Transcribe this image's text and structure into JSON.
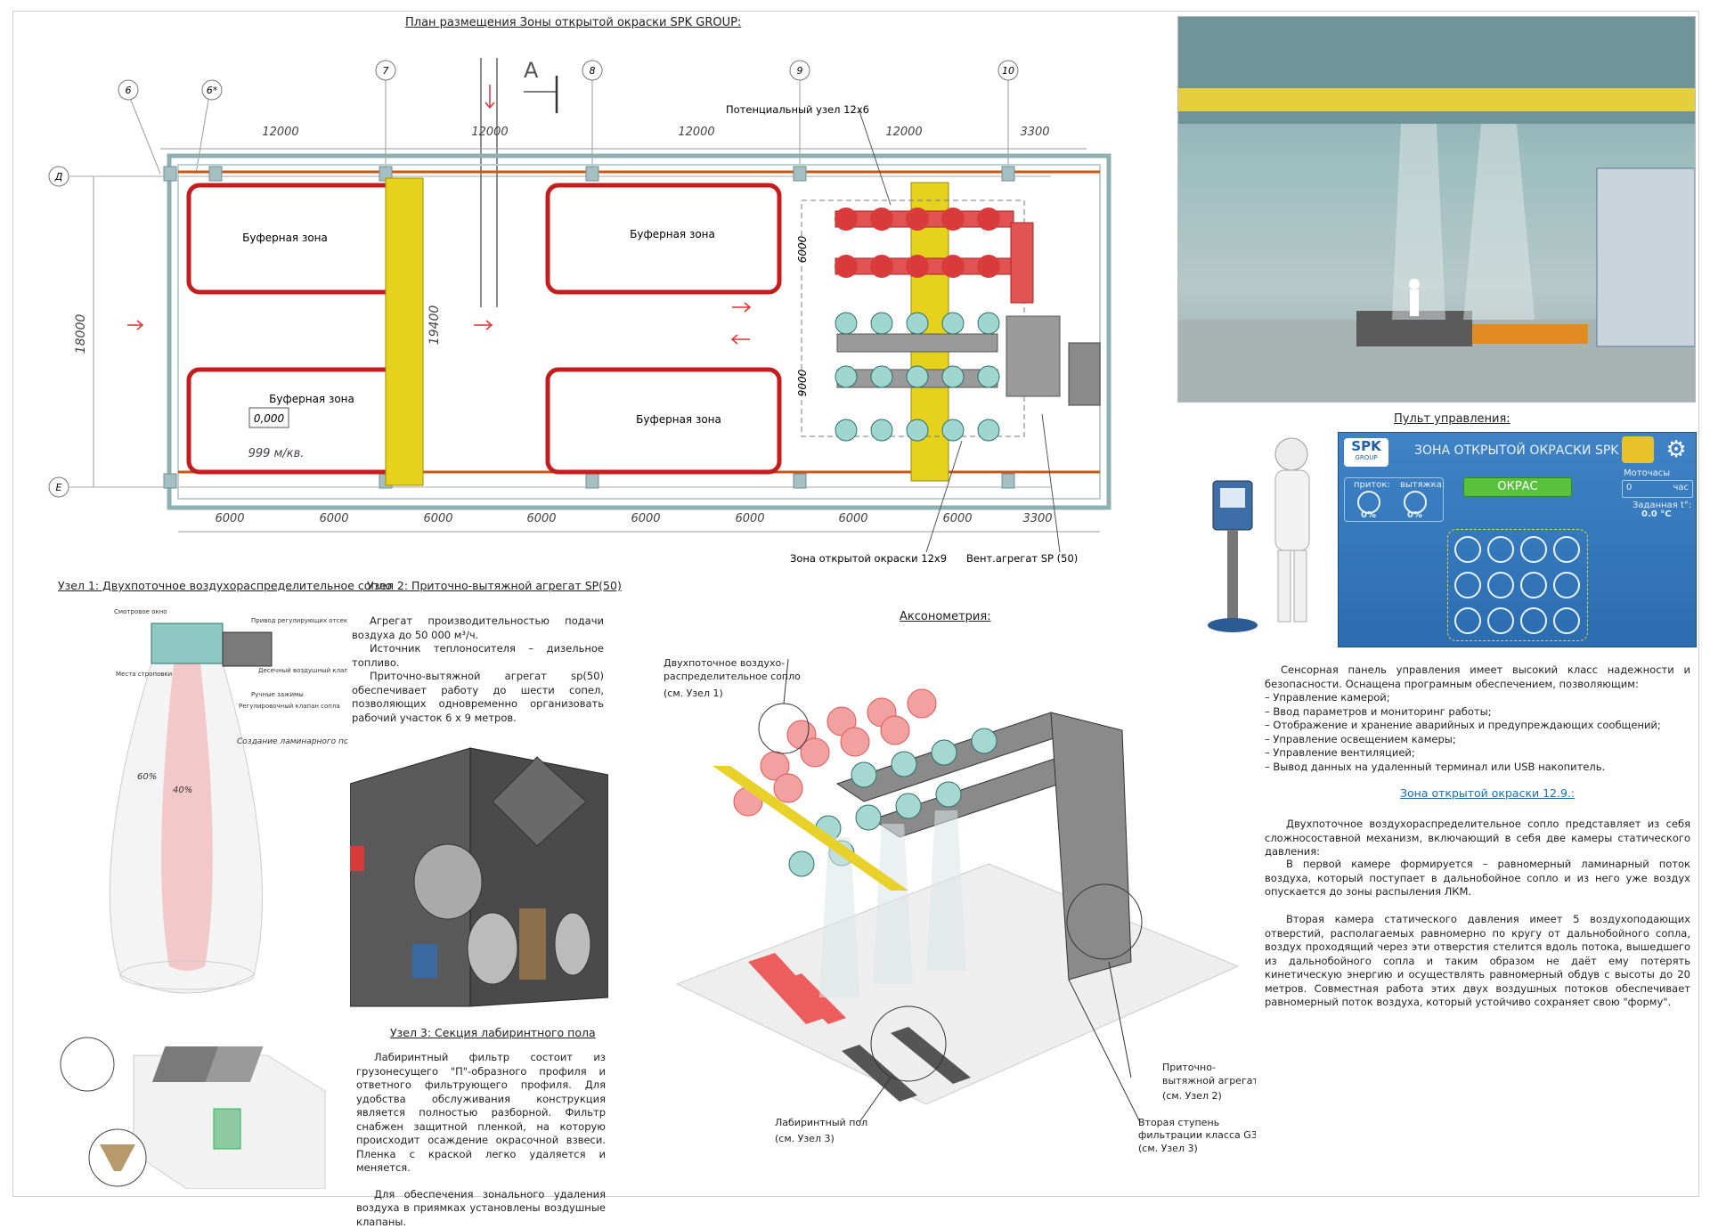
{
  "plan": {
    "title": "План размещения Зоны открытой окраски SPK GROUP:",
    "axes_top": [
      "6",
      "6*",
      "7",
      "8",
      "9",
      "10"
    ],
    "axes_left": [
      "Д",
      "Е"
    ],
    "section_mark": "А",
    "dims_top": [
      "12000",
      "12000",
      "12000",
      "12000",
      "3300"
    ],
    "dims_bottom": [
      "6000",
      "6000",
      "6000",
      "6000",
      "6000",
      "6000",
      "6000",
      "6000",
      "3300"
    ],
    "dim_left": "18000",
    "dim_mid": "19400",
    "dim_6000": "6000",
    "dim_9000": "9000",
    "buffer_zones": [
      "Буферная зона",
      "Буферная зона",
      "Буферная зона",
      "Буферная зона"
    ],
    "level_mark": "0,000",
    "load": "999 м/кв.",
    "callout_node": "Потенциальный узел 12х6",
    "callout_zone": "Зона открытой окраски 12х9",
    "callout_vent": "Вент.агрегат SP (50)"
  },
  "node1": {
    "title": "Узел 1: Двухпоточное воздухораспределительное сопло",
    "labels": {
      "window": "Смотровое окно",
      "drive": "Привод регулирующих отсекающих клапана",
      "slings": "Места строповки",
      "flap": "Десечный воздушный клапан",
      "manual": "Ручные зажимы",
      "reg": "Регулировочный клапан сопла",
      "laminar": "Создание ламинарного потока",
      "p60": "60%",
      "p40": "40%"
    }
  },
  "node2": {
    "title": "Узел 2: Приточно-вытяжной агрегат SP(50)",
    "paragraphs": [
      "Агрегат производительностью подачи воздуха до 50 000 м³/ч.",
      "Источник теплоносителя – дизельное топливо.",
      "Приточно-вытяжной агрегат sp(50) обеспечивает работу до шести сопел, позволяющих одновременно организовать рабочий участок 6 х 9 метров."
    ]
  },
  "node3": {
    "title": "Узел 3: Секция лабиринтного пола",
    "paragraphs": [
      "Лабиринтный фильтр состоит из грузонесущего \"П\"-образного профиля и ответного фильтрующего профиля. Для удобства обслуживания конструкция является полностью разборной. Фильтр снабжен защитной пленкой, на которую происходит осаждение окрасочной взвеси. Пленка с краской легко удаляется и меняется.",
      "Для обеспечения зонального удаления воздуха в приямках установлены воздушные клапаны."
    ]
  },
  "axon": {
    "title": "Аксонометрия:",
    "callouts": {
      "nozzle": [
        "Двухпоточное воздухо-",
        "распределительное сопло",
        "(см. Узел 1)"
      ],
      "unit": [
        "Приточно-",
        "вытяжной агрегат",
        "(см. Узел 2)"
      ],
      "floor": [
        "Лабиринтный пол",
        "(см. Узел 3)"
      ],
      "filter": [
        "Вторая ступень",
        "фильтрации класса G3",
        "(см. Узел 3)"
      ]
    }
  },
  "control": {
    "title": "Пульт управления:",
    "panel_title": "ЗОНА ОТКРЫТОЙ ОКРАСКИ SPK",
    "logo": "SPK",
    "logo_sub": "GROUP",
    "supply_label": "приток:",
    "exhaust_label": "вытяжка:",
    "supply_value": "0%",
    "exhaust_value": "0%",
    "mode_button": "ОКРАС",
    "hours_label": "Моточасы",
    "hours_value": "0",
    "hours_unit": "час",
    "temp_label": "Заданная t°:",
    "temp_value": "0.0 °C"
  },
  "description": {
    "intro": "Сенсорная панель управления имеет высокий класс надежности и безопасности. Оснащена програмным обеспечением, позволяющим:",
    "features": [
      "– Управление камерой;",
      "– Ввод параметров и мониторинг работы;",
      "– Отображение и хранение аварийных и предупреждающих сообщений;",
      "– Управление освещением камеры;",
      "– Управление вентиляцией;",
      "– Вывод данных на удаленный терминал или USB накопитель."
    ],
    "link": "Зона открытой окраски 12.9.:",
    "paragraphs": [
      "Двухпоточное воздухораспределительное сопло представляет из себя сложносоставной механизм, включающий в себя две камеры статического давления:",
      "В первой камере формируется – равномерный ламинарный поток воздуха, который поступает в дальнобойное сопло и из него уже воздух опускается до зоны распыления ЛКМ.",
      "Вторая камера статического давления имеет 5 воздухоподающих отверстий, располагаемых равномерно по кругу от дальнобойного сопла, воздух проходящий через эти отверстия стелится вдоль потока, вышедшего из дальнобойного сопла и таким образом не даёт ему потерять кинетическую энергию и осуществлять равномерный обдув с высоты до 20 метров. Совместная работа этих двух воздушных потоков обеспечивает равномерный поток воздуха, который устойчиво сохраняет свою \"форму\"."
    ]
  }
}
